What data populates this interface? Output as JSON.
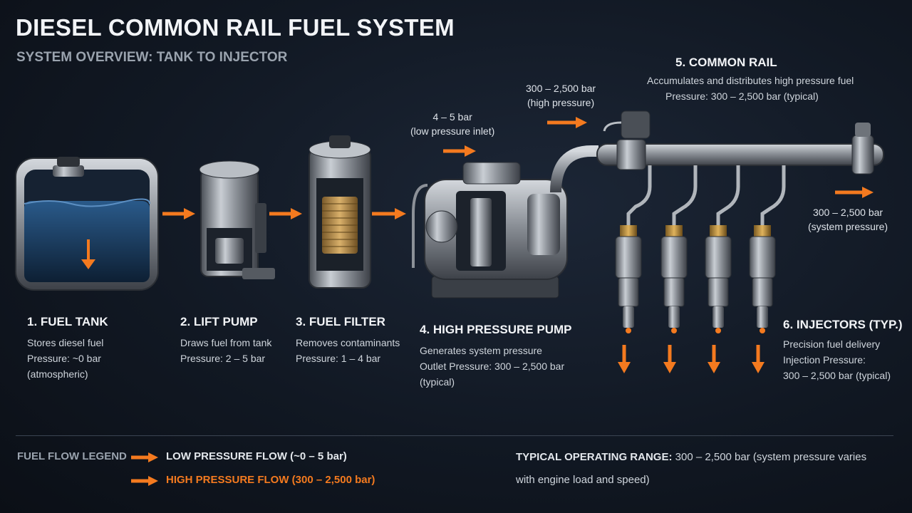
{
  "title": "DIESEL COMMON RAIL FUEL SYSTEM",
  "subtitle": "SYSTEM OVERVIEW: TANK TO INJECTOR",
  "colors": {
    "background": "#111823",
    "flow_arrow": "#f47a1f",
    "high_pressure_text": "#f47a1f",
    "metal": "#8a8f96"
  },
  "components": [
    {
      "id": "fuel-tank",
      "title": "1. FUEL TANK",
      "lines": [
        "Stores diesel fuel",
        "Pressure: ~0 bar",
        "(atmospheric)"
      ]
    },
    {
      "id": "lift-pump",
      "title": "2. LIFT PUMP",
      "lines": [
        "Draws fuel from tank",
        "Pressure: 2 – 5 bar"
      ]
    },
    {
      "id": "fuel-filter",
      "title": "3. FUEL FILTER",
      "lines": [
        "Removes contaminants",
        "Pressure: 1 – 4 bar"
      ]
    },
    {
      "id": "high-pressure-pump",
      "title": "4. HIGH PRESSURE PUMP",
      "lines": [
        "Generates system pressure",
        "Outlet Pressure: 300 – 2,500 bar",
        "(typical)"
      ]
    },
    {
      "id": "common-rail",
      "title": "5. COMMON RAIL",
      "lines": [
        "Accumulates and distributes high pressure fuel",
        "Pressure: 300 – 2,500 bar (typical)"
      ]
    },
    {
      "id": "injectors",
      "title": "6. INJECTORS (TYP.)",
      "lines": [
        "Precision fuel delivery",
        "Injection Pressure:",
        "300 – 2,500 bar (typical)"
      ]
    }
  ],
  "flow_labels": {
    "low_inlet": [
      "4 – 5 bar",
      "(low pressure inlet)"
    ],
    "high_out": [
      "300 – 2,500 bar",
      "(high pressure)"
    ],
    "system": [
      "300 – 2,500 bar",
      "(system pressure)"
    ]
  },
  "legend": {
    "title": "FUEL FLOW LEGEND",
    "low": "LOW PRESSURE FLOW (~0 – 5 bar)",
    "high": "HIGH PRESSURE FLOW (300 – 2,500 bar)"
  },
  "operating_range": {
    "label": "TYPICAL OPERATING RANGE:",
    "text_line1": "300 – 2,500 bar (system pressure varies",
    "text_line2": "with engine load and speed)"
  }
}
